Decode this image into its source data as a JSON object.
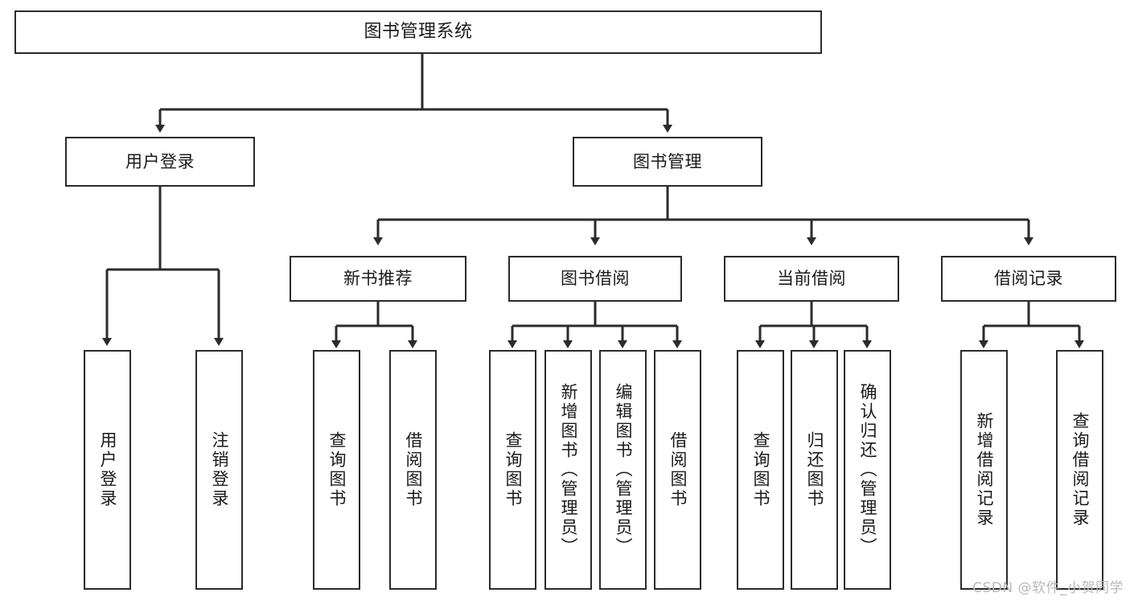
{
  "diagram": {
    "title": "图书管理系统",
    "type": "tree-structure-chart",
    "watermark": "CSDN @软件_小贺同学",
    "colors": {
      "box_border": "#2b2b2b",
      "box_fill": "#ffffff",
      "connector": "#2b2b2b",
      "text": "#1a1a1a",
      "watermark": "#b9b9b9"
    }
  },
  "nodes": {
    "root": {
      "label": "图书管理系统"
    },
    "level2": [
      {
        "label": "用户登录"
      },
      {
        "label": "图书管理"
      }
    ],
    "level3": [
      {
        "label": "新书推荐"
      },
      {
        "label": "图书借阅"
      },
      {
        "label": "当前借阅"
      },
      {
        "label": "借阅记录"
      }
    ],
    "leaves": {
      "user_login": [
        {
          "label": "用户登录"
        },
        {
          "label": "注销登录"
        }
      ],
      "new_book_recommend": [
        {
          "label": "查询图书"
        },
        {
          "label": "借阅图书"
        }
      ],
      "book_borrow": [
        {
          "label": "查询图书"
        },
        {
          "label": "新增图书（管理员）"
        },
        {
          "label": "编辑图书（管理员）"
        },
        {
          "label": "借阅图书"
        }
      ],
      "current_borrow": [
        {
          "label": "查询图书"
        },
        {
          "label": "归还图书"
        },
        {
          "label": "确认归还（管理员）"
        }
      ],
      "borrow_record": [
        {
          "label": "新增借阅记录"
        },
        {
          "label": "查询借阅记录"
        }
      ]
    }
  }
}
